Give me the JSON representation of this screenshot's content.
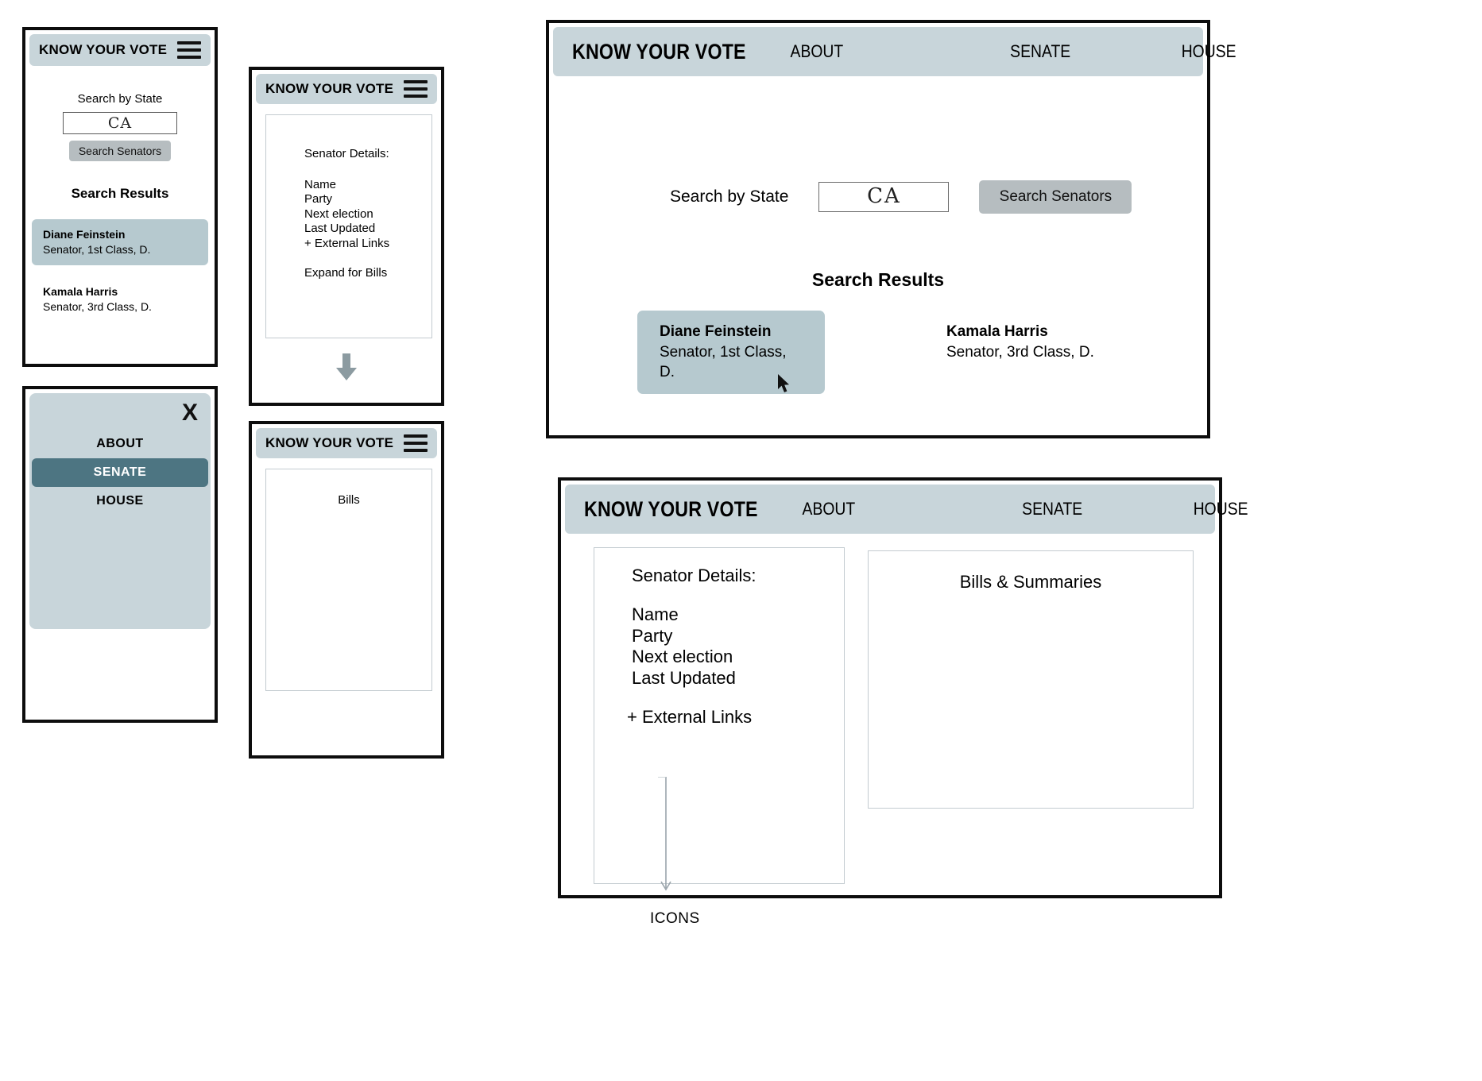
{
  "brand": "KNOW YOUR VOTE",
  "icons": {
    "hamburger": "hamburger-menu-icon",
    "close": "X",
    "chevron_down": "arrow-down-icon",
    "cursor": "mouse-cursor"
  },
  "nav": {
    "items": [
      {
        "label": "ABOUT"
      },
      {
        "label": "SENATE"
      },
      {
        "label": "HOUSE"
      }
    ],
    "active": "SENATE"
  },
  "search": {
    "label": "Search by State",
    "value": "CA",
    "placeholder": "CA",
    "button": "Search Senators"
  },
  "results": {
    "title": "Search Results",
    "items": [
      {
        "name": "Diane Feinstein",
        "sub": "Senator, 1st Class, D.",
        "selected": true
      },
      {
        "name": "Kamala Harris",
        "sub": "Senator, 3rd Class, D.",
        "selected": false
      }
    ]
  },
  "detail": {
    "title": "Senator Details:",
    "fields": [
      "Name",
      "Party",
      "Next election",
      "Last Updated"
    ],
    "external_links": "+ External Links",
    "external_links_mobile": "+ External Links",
    "expand": "Expand for Bills",
    "icons_label": "ICONS"
  },
  "bills": {
    "mobile_title": "Bills",
    "desktop_title": "Bills & Summaries"
  },
  "colors": {
    "appbar": "#c8d5da",
    "accent_active": "#4d7582",
    "result_selected": "#b6c9cf",
    "button": "#b6bdc0",
    "frame_border": "#0d0d0d",
    "card_border": "#c3cbd0"
  }
}
